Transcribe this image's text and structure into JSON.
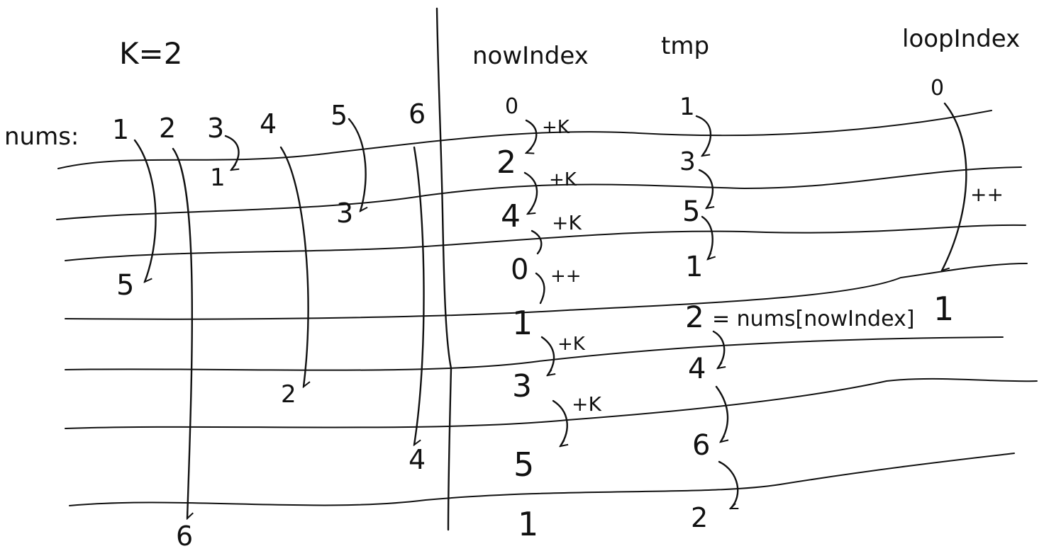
{
  "k_label": "K=2",
  "nums_label": "nums:",
  "nums": [
    "1",
    "2",
    "3",
    "4",
    "5",
    "6"
  ],
  "moved": {
    "one_into_3": "1",
    "three_into_5": "3",
    "five_into_1": "5",
    "two_into_4": "2",
    "four_into_6": "4",
    "six_into_2": "6"
  },
  "headers": {
    "nowIndex": "nowIndex",
    "tmp": "tmp",
    "loopIndex": "loopIndex"
  },
  "nowIndex_values": [
    "0",
    "2",
    "4",
    "0",
    "1",
    "3",
    "5",
    "1"
  ],
  "nowIndex_steps": [
    "+K",
    "+K",
    "+K",
    "++",
    "+K",
    "+K"
  ],
  "tmp_values": [
    "1",
    "3",
    "5",
    "1",
    "2",
    "4",
    "6",
    "2"
  ],
  "tmp_note": "= nums[nowIndex]",
  "loopIndex_values": [
    "0",
    "1"
  ],
  "loopIndex_step": "++"
}
